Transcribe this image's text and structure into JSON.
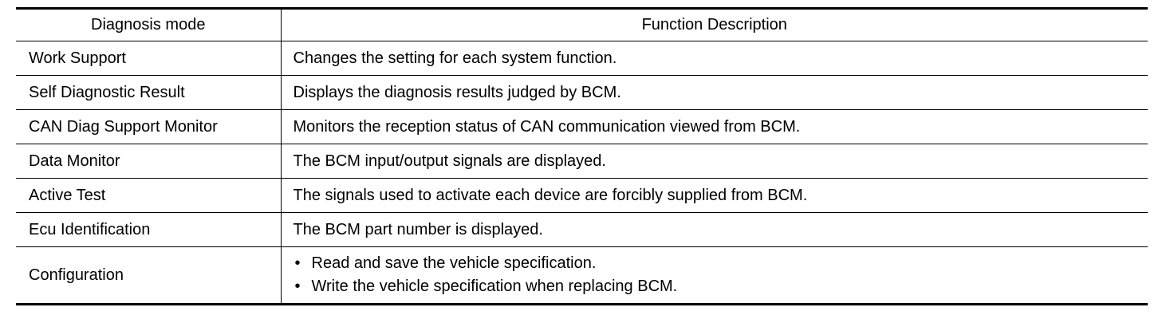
{
  "table": {
    "headers": [
      "Diagnosis mode",
      "Function Description"
    ],
    "rows": [
      {
        "mode": "Work Support",
        "description": "Changes the setting for each system function."
      },
      {
        "mode": "Self Diagnostic Result",
        "description": "Displays the diagnosis results judged by BCM."
      },
      {
        "mode": "CAN Diag Support Monitor",
        "description": "Monitors the reception status of CAN communication viewed from BCM."
      },
      {
        "mode": "Data Monitor",
        "description": "The BCM input/output signals are displayed."
      },
      {
        "mode": "Active Test",
        "description": "The signals used to activate each device are forcibly supplied from BCM."
      },
      {
        "mode": "Ecu Identification",
        "description": "The BCM part number is displayed."
      },
      {
        "mode": "Configuration",
        "bullets": [
          "Read and save the vehicle specification.",
          "Write the vehicle specification when replacing BCM."
        ]
      }
    ]
  }
}
